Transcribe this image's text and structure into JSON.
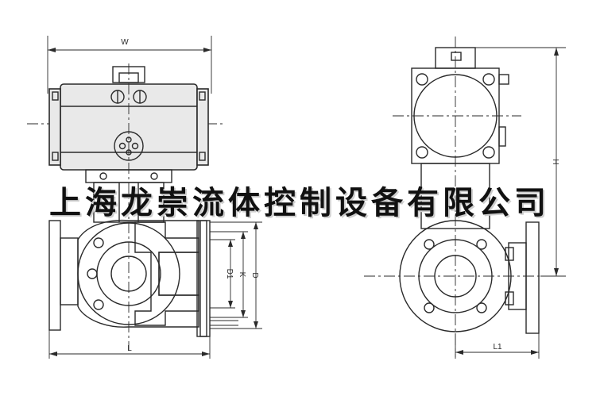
{
  "dimensions": {
    "width_label": "W",
    "length_label": "L",
    "length1_label": "L1",
    "height_label": "H",
    "d1_label": "D1",
    "k_label": "K",
    "d_label": "D"
  },
  "watermark": {
    "text": "上海龙崇流体控制设备有限公司"
  }
}
